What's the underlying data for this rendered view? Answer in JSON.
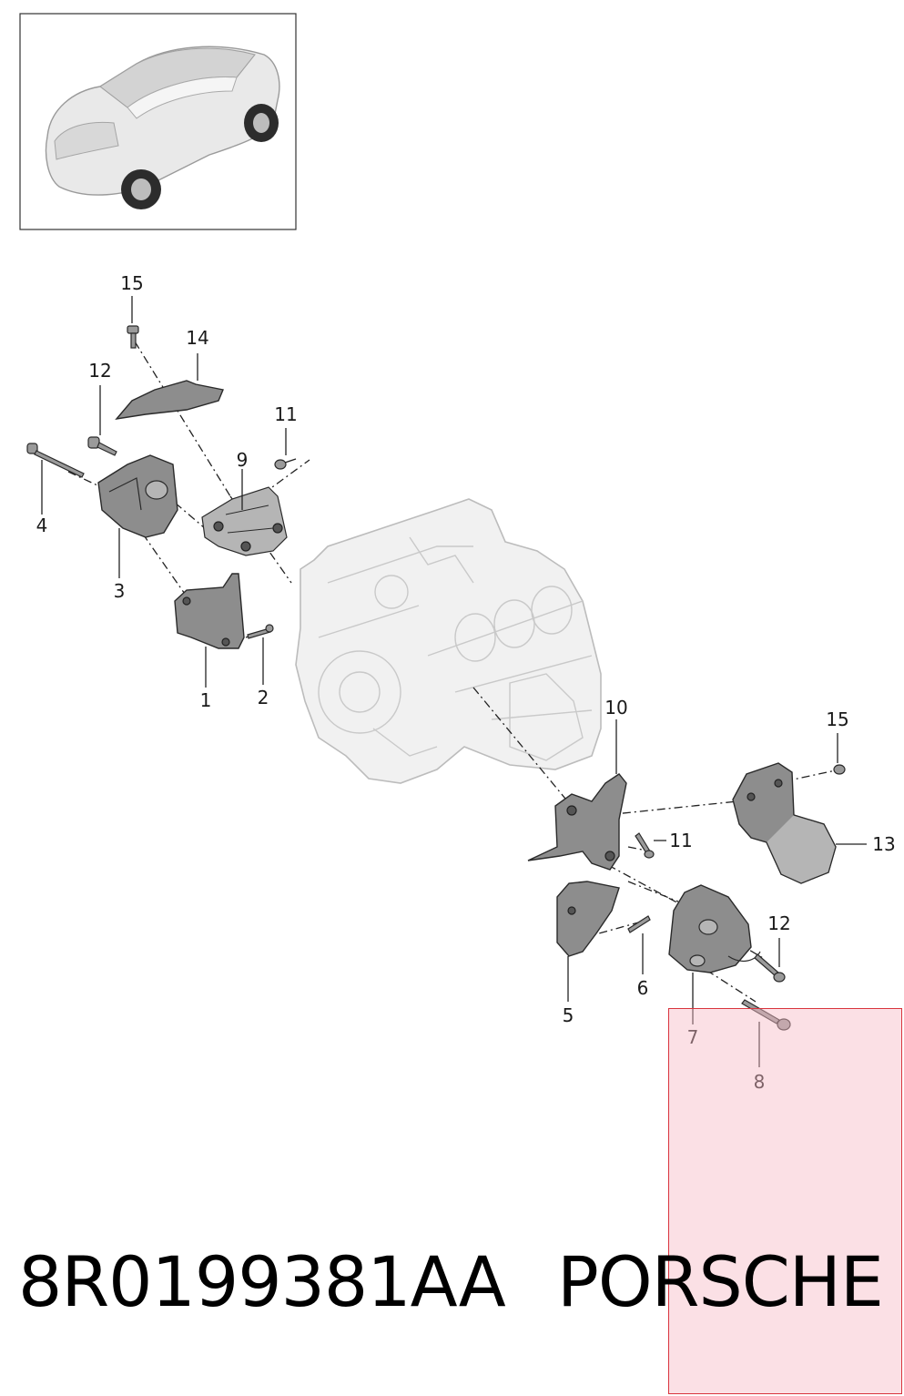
{
  "diagram": {
    "part_number": "8R0199381AA",
    "brand": "PORSCHE",
    "callouts": [
      {
        "id": "c15a",
        "label": "15"
      },
      {
        "id": "c14",
        "label": "14"
      },
      {
        "id": "c12a",
        "label": "12"
      },
      {
        "id": "c11a",
        "label": "11"
      },
      {
        "id": "c9",
        "label": "9"
      },
      {
        "id": "c4",
        "label": "4"
      },
      {
        "id": "c3",
        "label": "3"
      },
      {
        "id": "c1",
        "label": "1"
      },
      {
        "id": "c2",
        "label": "2"
      },
      {
        "id": "c10",
        "label": "10"
      },
      {
        "id": "c15b",
        "label": "15"
      },
      {
        "id": "c11b",
        "label": "11"
      },
      {
        "id": "c13",
        "label": "13"
      },
      {
        "id": "c12b",
        "label": "12"
      },
      {
        "id": "c6",
        "label": "6"
      },
      {
        "id": "c5",
        "label": "5"
      },
      {
        "id": "c7",
        "label": "7"
      },
      {
        "id": "c8",
        "label": "8"
      }
    ],
    "colors": {
      "highlight_fill": "#f7bac6",
      "highlight_border": "#d9343d",
      "part_fill": "#8d8d8d",
      "engine_fill": "#f1f1f1"
    }
  }
}
